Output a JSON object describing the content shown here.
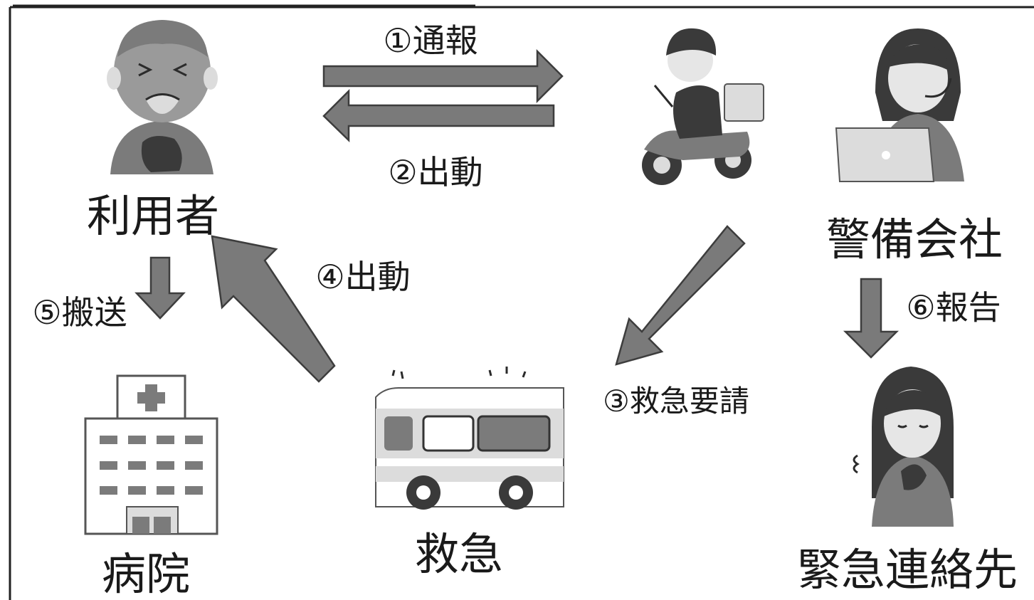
{
  "nodes": {
    "user": "利用者",
    "security_company": "警備会社",
    "hospital": "病院",
    "ambulance": "救急",
    "emergency_contact": "緊急連絡先"
  },
  "steps": {
    "s1": "①通報",
    "s2": "②出動",
    "s3": "③救急要請",
    "s4": "④出動",
    "s5": "⑤搬送",
    "s6": "⑥報告"
  },
  "colors": {
    "arrow_fill": "#7a7a7a",
    "arrow_stroke": "#3d3d3d",
    "text": "#1a1a1a"
  },
  "icons": {
    "user": "elderly-man-in-pain-icon",
    "security_guard": "motorbike-guard-icon",
    "operator": "call-center-operator-icon",
    "hospital": "hospital-building-icon",
    "ambulance": "ambulance-icon",
    "emergency_contact": "worried-woman-icon"
  }
}
